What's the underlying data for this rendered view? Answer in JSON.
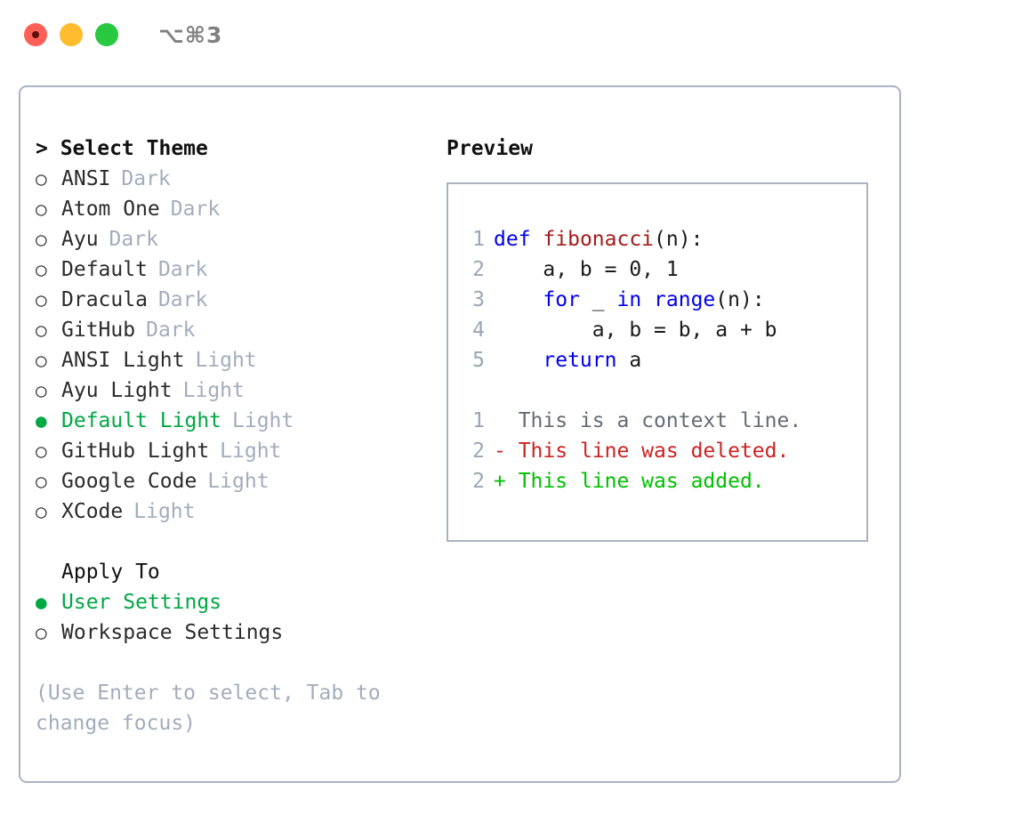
{
  "titlebar": {
    "shortcut": "⌥⌘3",
    "lights": [
      {
        "name": "close",
        "color": "#ff5f57"
      },
      {
        "name": "minimize",
        "color": "#febc2e"
      },
      {
        "name": "maximize",
        "color": "#28c840"
      }
    ]
  },
  "theme_picker": {
    "heading": "> Select Theme",
    "items": [
      {
        "bullet": "○",
        "label": "ANSI",
        "tag": "Dark",
        "selected": false
      },
      {
        "bullet": "○",
        "label": "Atom One",
        "tag": "Dark",
        "selected": false
      },
      {
        "bullet": "○",
        "label": "Ayu",
        "tag": "Dark",
        "selected": false
      },
      {
        "bullet": "○",
        "label": "Default",
        "tag": "Dark",
        "selected": false
      },
      {
        "bullet": "○",
        "label": "Dracula",
        "tag": "Dark",
        "selected": false
      },
      {
        "bullet": "○",
        "label": "GitHub",
        "tag": "Dark",
        "selected": false
      },
      {
        "bullet": "○",
        "label": "ANSI Light",
        "tag": "Light",
        "selected": false
      },
      {
        "bullet": "○",
        "label": "Ayu Light",
        "tag": "Light",
        "selected": false
      },
      {
        "bullet": "●",
        "label": "Default Light",
        "tag": "Light",
        "selected": true
      },
      {
        "bullet": "○",
        "label": "GitHub Light",
        "tag": "Light",
        "selected": false
      },
      {
        "bullet": "○",
        "label": "Google Code",
        "tag": "Light",
        "selected": false
      },
      {
        "bullet": "○",
        "label": "XCode",
        "tag": "Light",
        "selected": false
      }
    ]
  },
  "apply_to": {
    "heading": "Apply To",
    "items": [
      {
        "bullet": "●",
        "label": "User Settings",
        "selected": true
      },
      {
        "bullet": "○",
        "label": "Workspace Settings",
        "selected": false
      }
    ]
  },
  "hint": "(Use Enter to select, Tab to change focus)",
  "preview": {
    "title": "Preview",
    "code_lines": [
      {
        "num": "1",
        "tokens": [
          {
            "t": "def",
            "c": "kw"
          },
          {
            "t": " ",
            "c": "pl"
          },
          {
            "t": "fibonacci",
            "c": "fn"
          },
          {
            "t": "(n):",
            "c": "pl"
          }
        ]
      },
      {
        "num": "2",
        "tokens": [
          {
            "t": "    a, b = 0, 1",
            "c": "pl"
          }
        ]
      },
      {
        "num": "3",
        "tokens": [
          {
            "t": "    ",
            "c": "pl"
          },
          {
            "t": "for",
            "c": "kw"
          },
          {
            "t": " _ ",
            "c": "pl"
          },
          {
            "t": "in",
            "c": "kw"
          },
          {
            "t": " ",
            "c": "pl"
          },
          {
            "t": "range",
            "c": "kw"
          },
          {
            "t": "(n):",
            "c": "pl"
          }
        ]
      },
      {
        "num": "4",
        "tokens": [
          {
            "t": "        a, b = b, a + b",
            "c": "pl"
          }
        ]
      },
      {
        "num": "5",
        "tokens": [
          {
            "t": "    ",
            "c": "pl"
          },
          {
            "t": "return",
            "c": "kw"
          },
          {
            "t": " a",
            "c": "pl"
          }
        ]
      }
    ],
    "diff_lines": [
      {
        "num": "1",
        "marker": " ",
        "text": " This is a context line.",
        "kind": "diff-ctx"
      },
      {
        "num": "2",
        "marker": "-",
        "text": " This line was deleted.",
        "kind": "diff-del"
      },
      {
        "num": "2",
        "marker": "+",
        "text": " This line was added.",
        "kind": "diff-add"
      }
    ]
  },
  "colors": {
    "accent_green": "#00a844",
    "border": "#a9b3c1",
    "muted": "#a3adbb",
    "keyword_blue": "#0000ee",
    "function_red": "#a61b1b",
    "diff_delete": "#cc2222",
    "diff_add": "#00c000"
  }
}
